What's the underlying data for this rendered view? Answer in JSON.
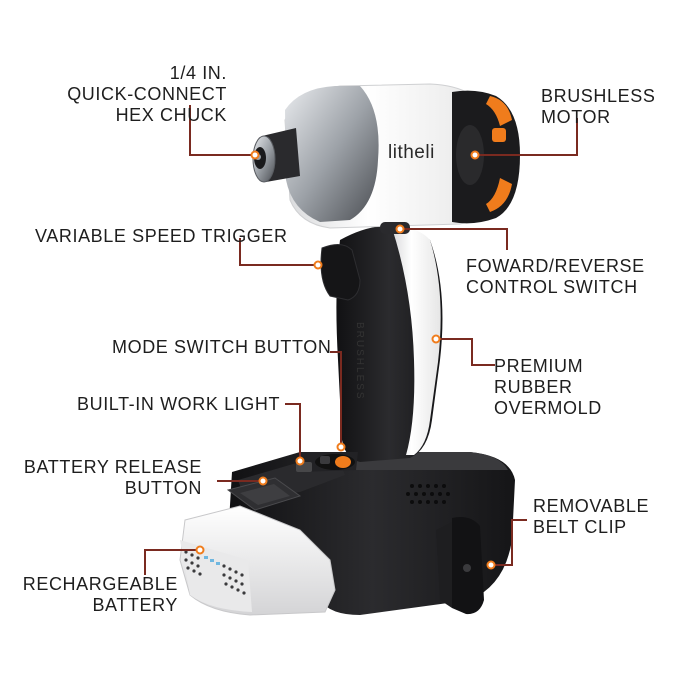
{
  "brand": "litheli",
  "body_text": "BRUSHLESS",
  "colors": {
    "callout_line": "#7a2a20",
    "accent_orange": "#f07c1c",
    "body_black": "#1d1d1f",
    "body_white": "#f4f4f4",
    "chrome": "#b8bcc2"
  },
  "callouts": {
    "hex_chuck": [
      "1/4 IN.",
      "QUICK-CONNECT",
      "HEX CHUCK"
    ],
    "brushless_motor": [
      "BRUSHLESS",
      "MOTOR"
    ],
    "speed_trigger": [
      "VARIABLE SPEED TRIGGER"
    ],
    "forward_reverse": [
      "FOWARD/REVERSE",
      "CONTROL SWITCH"
    ],
    "mode_switch": [
      "MODE SWITCH BUTTON"
    ],
    "rubber_overmold": [
      "PREMIUM",
      "RUBBER",
      "OVERMOLD"
    ],
    "work_light": [
      "BUILT-IN WORK LIGHT"
    ],
    "battery_release": [
      "BATTERY RELEASE",
      "BUTTON"
    ],
    "belt_clip": [
      "REMOVABLE",
      "BELT CLIP"
    ],
    "battery": [
      "RECHARGEABLE",
      "BATTERY"
    ]
  }
}
